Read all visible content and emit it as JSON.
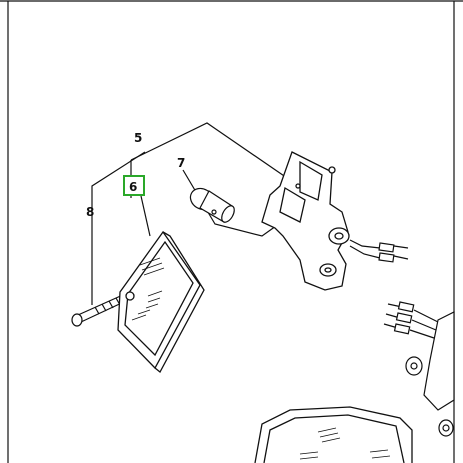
{
  "diagram": {
    "callouts": [
      {
        "id": "5",
        "label": "5"
      },
      {
        "id": "6",
        "label": "6",
        "highlighted": true
      },
      {
        "id": "7",
        "label": "7"
      },
      {
        "id": "8",
        "label": "8"
      }
    ],
    "highlight_color": "#2aa829",
    "line_color": "#111111"
  }
}
